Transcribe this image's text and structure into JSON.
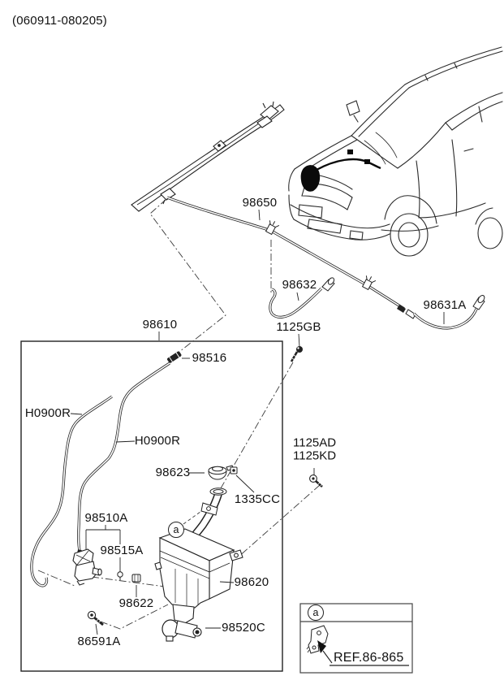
{
  "page": {
    "title_code": "(060911-080205)"
  },
  "diagram": {
    "box_label": "98610",
    "detail_marker": "a",
    "detail_ref": "REF.86-865"
  },
  "parts": {
    "hose_assy": "98650",
    "hose_left_nozzle": "98632",
    "hose_right_nozzle": "98631A",
    "screw_1125gb": "1125GB",
    "connector_98516": "98516",
    "hose_blank_front": "H0900R",
    "hose_blank_rear": "H0900R",
    "filler_cap": "98623",
    "screw_1335cc": "1335CC",
    "screw_1125ad": "1125AD",
    "screw_1125kd": "1125KD",
    "washer_pump": "98510A",
    "packing": "98515A",
    "grommet": "98622",
    "tapping_screw": "86591A",
    "reservoir_tank": "98620",
    "washer_motor": "98520C"
  }
}
